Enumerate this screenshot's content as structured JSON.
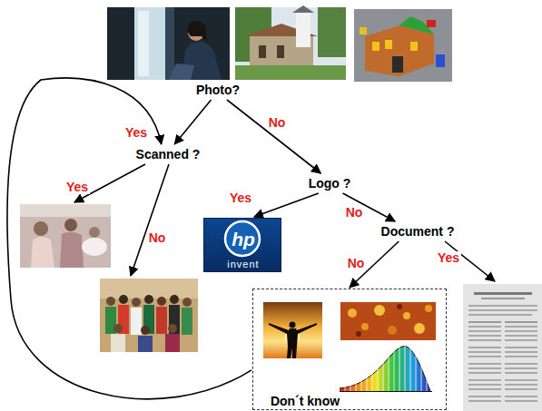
{
  "diagram": {
    "nodes": [
      {
        "text": [
          "Photo?"
        ]
      },
      {
        "text": [
          "Scanned ?"
        ]
      },
      {
        "text": [
          "Logo ?"
        ]
      },
      {
        "text": [
          "hp",
          "invent"
        ]
      },
      {
        "text": [
          "Document ?"
        ]
      },
      {
        "text": [
          "Don´t know"
        ]
      }
    ],
    "edges": [
      {
        "from": 0,
        "to": 1,
        "arrow": "to",
        "label": "Yes"
      },
      {
        "from": 0,
        "to": 2,
        "arrow": "to",
        "label": "No"
      },
      {
        "from": 2,
        "to": 3,
        "arrow": "to",
        "label": "Yes"
      },
      {
        "from": 2,
        "to": 4,
        "arrow": "to",
        "label": "No"
      },
      {
        "from": 4,
        "to": 5,
        "arrow": "to",
        "label": "No"
      },
      {
        "from": 5,
        "to": 1,
        "arrow": "to"
      }
    ],
    "labels": [
      "Yes",
      "No",
      "Yes"
    ]
  }
}
